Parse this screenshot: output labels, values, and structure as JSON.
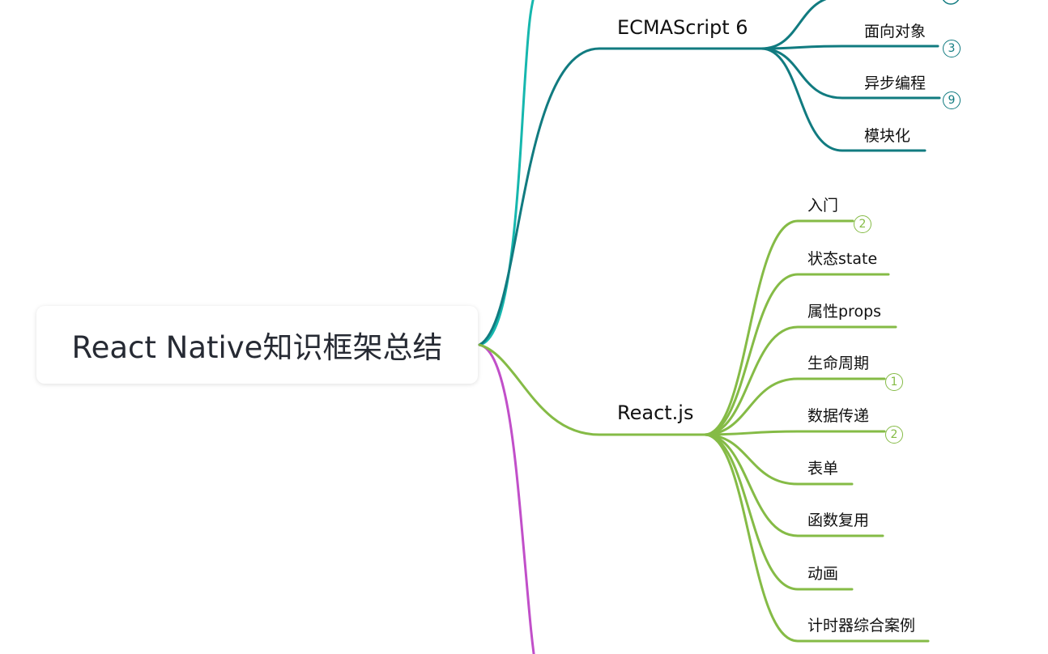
{
  "root": {
    "label": "React Native知识框架总结"
  },
  "colors": {
    "teal_top": "#16b7ae",
    "teal": "#117b80",
    "green": "#85bb46",
    "purple": "#c14fc9"
  },
  "branches": {
    "es6": {
      "label": "ECMAScript 6",
      "children": [
        {
          "label": "",
          "badge": ""
        },
        {
          "label": "面向对象",
          "badge": "3"
        },
        {
          "label": "异步编程",
          "badge": "9"
        },
        {
          "label": "模块化",
          "badge": ""
        }
      ]
    },
    "react": {
      "label": "React.js",
      "children": [
        {
          "label": "入门",
          "badge": "2"
        },
        {
          "label": "状态state",
          "badge": ""
        },
        {
          "label": "属性props",
          "badge": ""
        },
        {
          "label": "生命周期",
          "badge": "1"
        },
        {
          "label": "数据传递",
          "badge": "2"
        },
        {
          "label": "表单",
          "badge": ""
        },
        {
          "label": "函数复用",
          "badge": ""
        },
        {
          "label": "动画",
          "badge": ""
        },
        {
          "label": "计时器综合案例",
          "badge": ""
        }
      ]
    }
  }
}
